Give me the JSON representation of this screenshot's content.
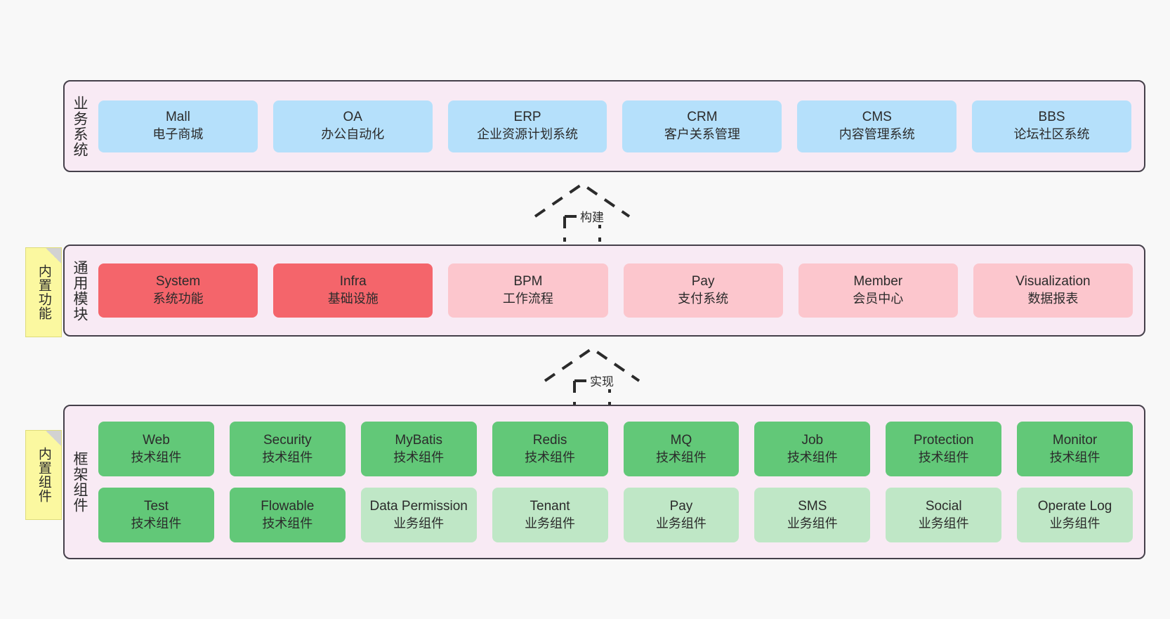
{
  "layers": [
    {
      "id": "business-system",
      "title": "业务系统",
      "rows": [
        [
          {
            "en": "Mall",
            "cn": "电子商城",
            "style": "blue"
          },
          {
            "en": "OA",
            "cn": "办公自动化",
            "style": "blue"
          },
          {
            "en": "ERP",
            "cn": "企业资源计划系统",
            "style": "blue"
          },
          {
            "en": "CRM",
            "cn": "客户关系管理",
            "style": "blue"
          },
          {
            "en": "CMS",
            "cn": "内容管理系统",
            "style": "blue"
          },
          {
            "en": "BBS",
            "cn": "论坛社区系统",
            "style": "blue"
          }
        ]
      ]
    },
    {
      "id": "common-module",
      "title": "通用模块",
      "rows": [
        [
          {
            "en": "System",
            "cn": "系统功能",
            "style": "red"
          },
          {
            "en": "Infra",
            "cn": "基础设施",
            "style": "red"
          },
          {
            "en": "BPM",
            "cn": "工作流程",
            "style": "pink"
          },
          {
            "en": "Pay",
            "cn": "支付系统",
            "style": "pink"
          },
          {
            "en": "Member",
            "cn": "会员中心",
            "style": "pink"
          },
          {
            "en": "Visualization",
            "cn": "数据报表",
            "style": "pink"
          }
        ]
      ]
    },
    {
      "id": "framework-component",
      "title": "框架组件",
      "rows": [
        [
          {
            "en": "Web",
            "cn": "技术组件",
            "style": "green"
          },
          {
            "en": "Security",
            "cn": "技术组件",
            "style": "green"
          },
          {
            "en": "MyBatis",
            "cn": "技术组件",
            "style": "green"
          },
          {
            "en": "Redis",
            "cn": "技术组件",
            "style": "green"
          },
          {
            "en": "MQ",
            "cn": "技术组件",
            "style": "green"
          },
          {
            "en": "Job",
            "cn": "技术组件",
            "style": "green"
          },
          {
            "en": "Protection",
            "cn": "技术组件",
            "style": "green"
          },
          {
            "en": "Monitor",
            "cn": "技术组件",
            "style": "green"
          }
        ],
        [
          {
            "en": "Test",
            "cn": "技术组件",
            "style": "green"
          },
          {
            "en": "Flowable",
            "cn": "技术组件",
            "style": "green"
          },
          {
            "en": "Data Permission",
            "cn": "业务组件",
            "style": "green-light"
          },
          {
            "en": "Tenant",
            "cn": "业务组件",
            "style": "green-light"
          },
          {
            "en": "Pay",
            "cn": "业务组件",
            "style": "green-light"
          },
          {
            "en": "SMS",
            "cn": "业务组件",
            "style": "green-light"
          },
          {
            "en": "Social",
            "cn": "业务组件",
            "style": "green-light"
          },
          {
            "en": "Operate Log",
            "cn": "业务组件",
            "style": "green-light"
          }
        ]
      ]
    }
  ],
  "notes": [
    {
      "id": "builtin-function",
      "label": "内置功能"
    },
    {
      "id": "builtin-component",
      "label": "内置组件"
    }
  ],
  "connectors": [
    {
      "id": "build",
      "label": "构建"
    },
    {
      "id": "implement",
      "label": "实现"
    }
  ],
  "colors": {
    "background": "#f8f8f8",
    "band_fill": "#f8eaf4",
    "band_border": "#45404a",
    "blue": "#b5e0fb",
    "red": "#f4656b",
    "pink": "#fcc6cd",
    "green": "#62c878",
    "green_light": "#bfe7c6",
    "note_fill": "#fbf8a0",
    "connector": "#2b2b2b"
  }
}
